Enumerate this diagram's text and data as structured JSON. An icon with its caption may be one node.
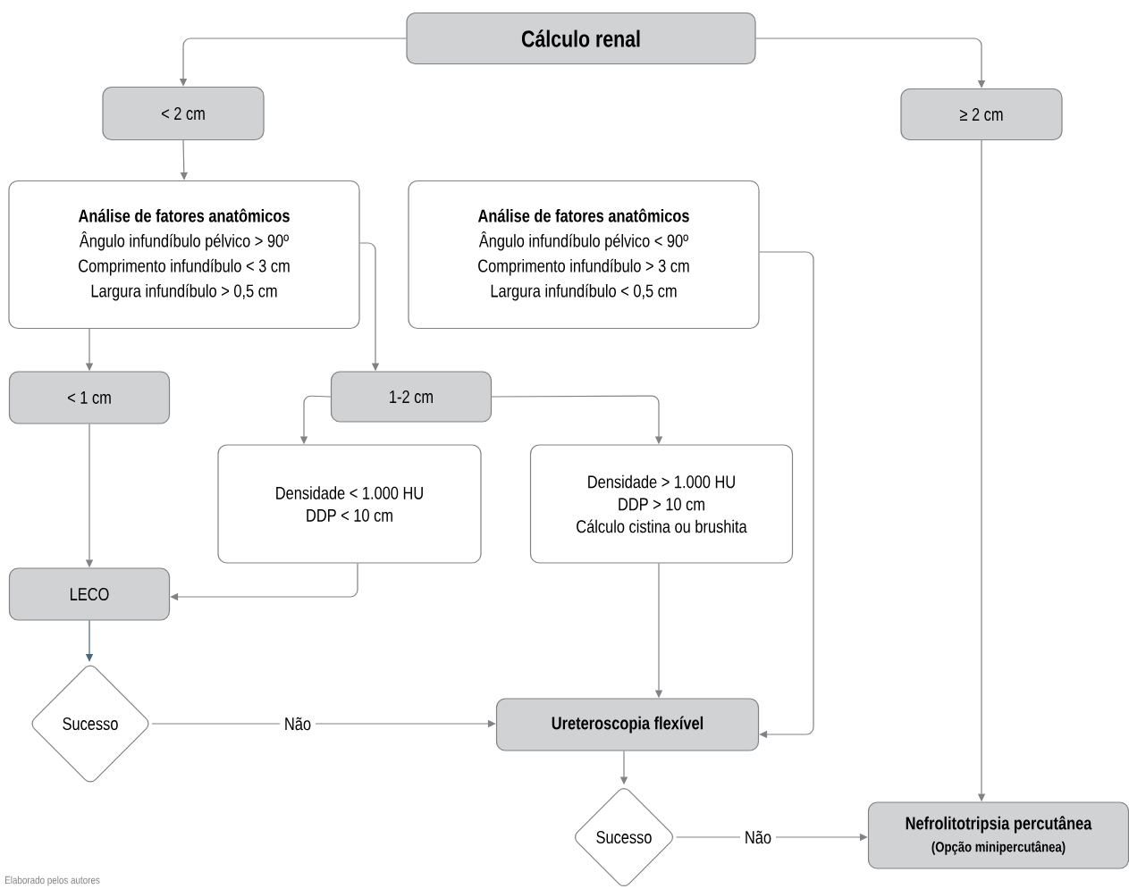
{
  "diagram": {
    "caption": "Elaborado pelos autores",
    "nodes": [
      {
        "text": [
          "Cálculo renal"
        ]
      },
      {
        "text": [
          "< 2 cm"
        ]
      },
      {
        "text": [
          "≥ 2 cm"
        ]
      },
      {
        "text": [
          "Análise de fatores anatômicos",
          "Ângulo infundíbulo pélvico > 90º",
          "Comprimento infundíbulo  < 3 cm",
          "Largura infundíbulo > 0,5 cm"
        ]
      },
      {
        "text": [
          "Análise de fatores anatômicos",
          "Ângulo infundíbulo pélvico < 90º",
          "Comprimento infundíbulo  > 3 cm",
          "Largura infundíbulo < 0,5 cm"
        ]
      },
      {
        "text": [
          "< 1 cm"
        ]
      },
      {
        "text": [
          "1-2 cm"
        ]
      },
      {
        "text": [
          "Densidade < 1.000 HU",
          "DDP < 10 cm"
        ]
      },
      {
        "text": [
          "Densidade > 1.000 HU",
          "DDP > 10 cm",
          "Cálculo cistina ou brushita"
        ]
      },
      {
        "text": [
          "LECO"
        ]
      },
      {
        "text": [
          "Sucesso"
        ]
      },
      {
        "text": [
          "Ureteroscopia flexível"
        ]
      },
      {
        "text": [
          "Sucesso"
        ]
      },
      {
        "text": [
          "Nefrolitotripsia percutânea",
          "(Opção minipercutânea)"
        ]
      }
    ],
    "edges": [
      {
        "from": 0,
        "to": 1,
        "arrow": "to"
      },
      {
        "from": 0,
        "to": 2,
        "arrow": "to"
      },
      {
        "from": 1,
        "to": 3,
        "arrow": "to"
      },
      {
        "from": 3,
        "to": 5,
        "arrow": "to"
      },
      {
        "from": 3,
        "to": 6,
        "arrow": "to"
      },
      {
        "from": 6,
        "to": 7,
        "arrow": "to"
      },
      {
        "from": 6,
        "to": 8,
        "arrow": "to"
      },
      {
        "from": 5,
        "to": 9,
        "arrow": "to"
      },
      {
        "from": 7,
        "to": 9,
        "arrow": "to"
      },
      {
        "from": 9,
        "to": 10,
        "arrow": "to",
        "color": "#4a6578"
      },
      {
        "from": 10,
        "to": 11,
        "arrow": "to",
        "label": "Não"
      },
      {
        "from": 8,
        "to": 11,
        "arrow": "to"
      },
      {
        "from": 4,
        "to": 11,
        "arrow": "to"
      },
      {
        "from": 11,
        "to": 12,
        "arrow": "to"
      },
      {
        "from": 12,
        "to": 13,
        "arrow": "to",
        "label": "Não"
      },
      {
        "from": 2,
        "to": 13,
        "arrow": "to"
      }
    ]
  }
}
